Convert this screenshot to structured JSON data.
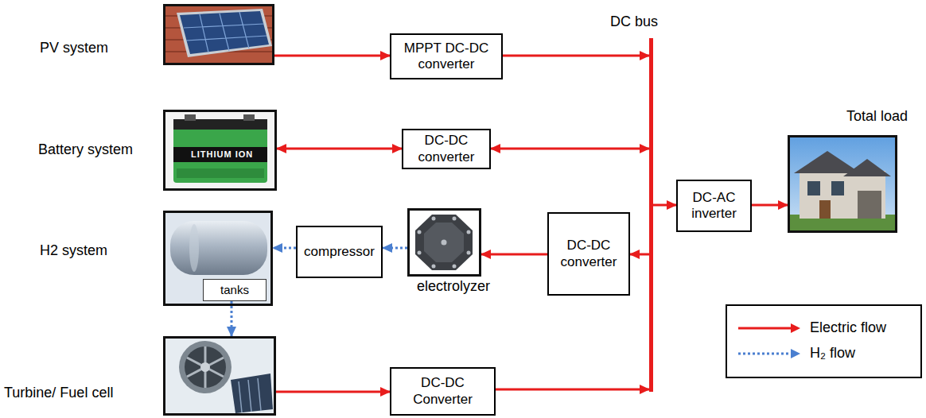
{
  "diagram": {
    "nodes": [
      {
        "text": [
          "PV system"
        ]
      },
      {
        "text": [
          "MPPT DC-DC converter"
        ]
      },
      {
        "text": [
          "DC bus"
        ]
      },
      {
        "text": [
          "Total load"
        ]
      },
      {
        "text": [
          "Battery system"
        ]
      },
      {
        "text": [
          "DC-DC converter"
        ]
      },
      {
        "text": [
          "DC-AC inverter"
        ]
      },
      {
        "text": [
          "H2 system"
        ]
      },
      {
        "text": [
          "tanks"
        ],
        "in": 7
      },
      {
        "text": [
          "compressor"
        ]
      },
      {
        "text": [
          "electrolyzer"
        ]
      },
      {
        "text": [
          "DC-DC converter"
        ]
      },
      {
        "text": [
          "Turbine/ Fuel cell"
        ]
      },
      {
        "text": [
          "DC-DC Converter"
        ]
      }
    ],
    "edges": [
      {
        "from": 0,
        "to": 1,
        "arrow": "to"
      },
      {
        "from": 1,
        "to": 2,
        "arrow": "to"
      },
      {
        "from": 4,
        "to": 5,
        "arrow": "both"
      },
      {
        "from": 5,
        "to": 2,
        "arrow": "both"
      },
      {
        "from": 2,
        "to": 6,
        "arrow": "to"
      },
      {
        "from": 6,
        "to": 3,
        "arrow": "to"
      },
      {
        "from": 2,
        "to": 11,
        "arrow": "to"
      },
      {
        "from": 11,
        "to": 10,
        "arrow": "to"
      },
      {
        "from": 10,
        "to": 9,
        "arrow": "to"
      },
      {
        "from": 9,
        "to": 7,
        "arrow": "to"
      },
      {
        "from": 8,
        "to": 12,
        "arrow": "to"
      },
      {
        "from": 12,
        "to": 13,
        "arrow": "to"
      },
      {
        "from": 13,
        "to": 2,
        "arrow": "to"
      }
    ],
    "labels": [
      "LITHIUM ION"
    ],
    "legend": [
      {
        "text": "Electric flow"
      },
      {
        "text": "H₂ flow"
      }
    ]
  }
}
